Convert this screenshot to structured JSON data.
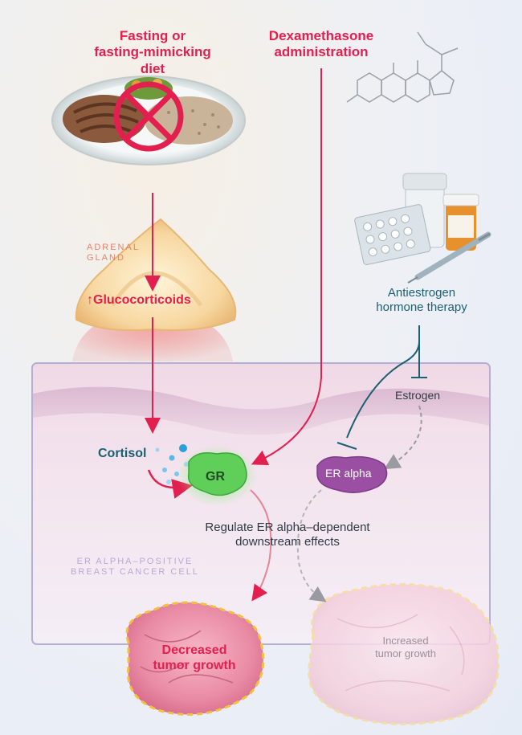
{
  "inputs": {
    "fasting": "Fasting or\nfasting-mimicking diet",
    "dexamethasone": "Dexamethasone\nadministration"
  },
  "adrenal": {
    "label": "ADRENAL\nGLAND",
    "glucocorticoids": "↑Glucocorticoids"
  },
  "therapy": {
    "label": "Antiestrogen\nhormone therapy",
    "estrogen": "Estrogen"
  },
  "cell": {
    "label": "ER ALPHA–POSITIVE\nBREAST CANCER CELL",
    "cortisol": "Cortisol",
    "gr": "GR",
    "er_alpha": "ER alpha",
    "regulate": "Regulate ER alpha–dependent\ndownstream effects"
  },
  "outcomes": {
    "decreased": "Decreased\ntumor growth",
    "increased": "Increased\ntumor growth"
  },
  "colors": {
    "red_arrow": "#e21f4f",
    "teal_inhibit": "#1b5f73",
    "gr_green": "#5fcf5a",
    "er_purple": "#9b4fa3",
    "cell_border": "#b7aed4"
  }
}
